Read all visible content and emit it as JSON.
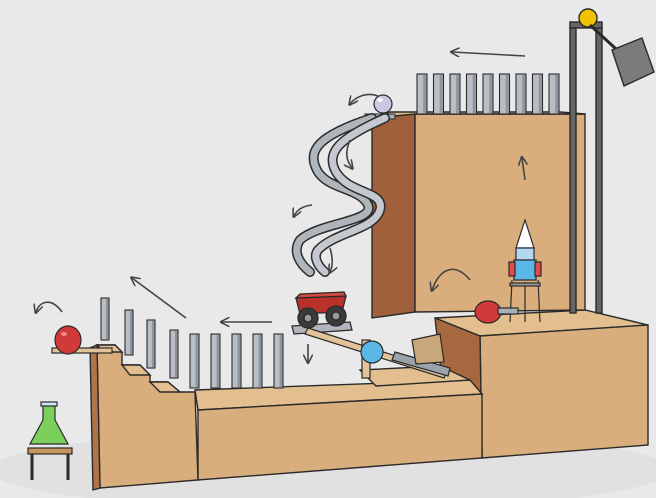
{
  "scene": {
    "description_elements": [
      "domino-row-top",
      "domino-row-bottom",
      "spiral-tube",
      "marble",
      "red-cart",
      "seesaw-lever",
      "blue-ball",
      "rocket",
      "flask",
      "hammer-pendulum",
      "red-apple"
    ],
    "colors": {
      "background": "#e9e9e9",
      "wood_light": "#d9ae7c",
      "wood_mid": "#c9955f",
      "wood_dark": "#a0603c",
      "outline": "#2a2a2a",
      "domino": "#b8bec4",
      "tube": "#aeb6bc",
      "cart_red": "#b8322b",
      "apple_red": "#d23a3a",
      "ball_blue": "#5bb7e6",
      "flask_green": "#7ad05a",
      "hammer_gray": "#7b7b7b",
      "lamp_yellow": "#f2c200"
    }
  }
}
